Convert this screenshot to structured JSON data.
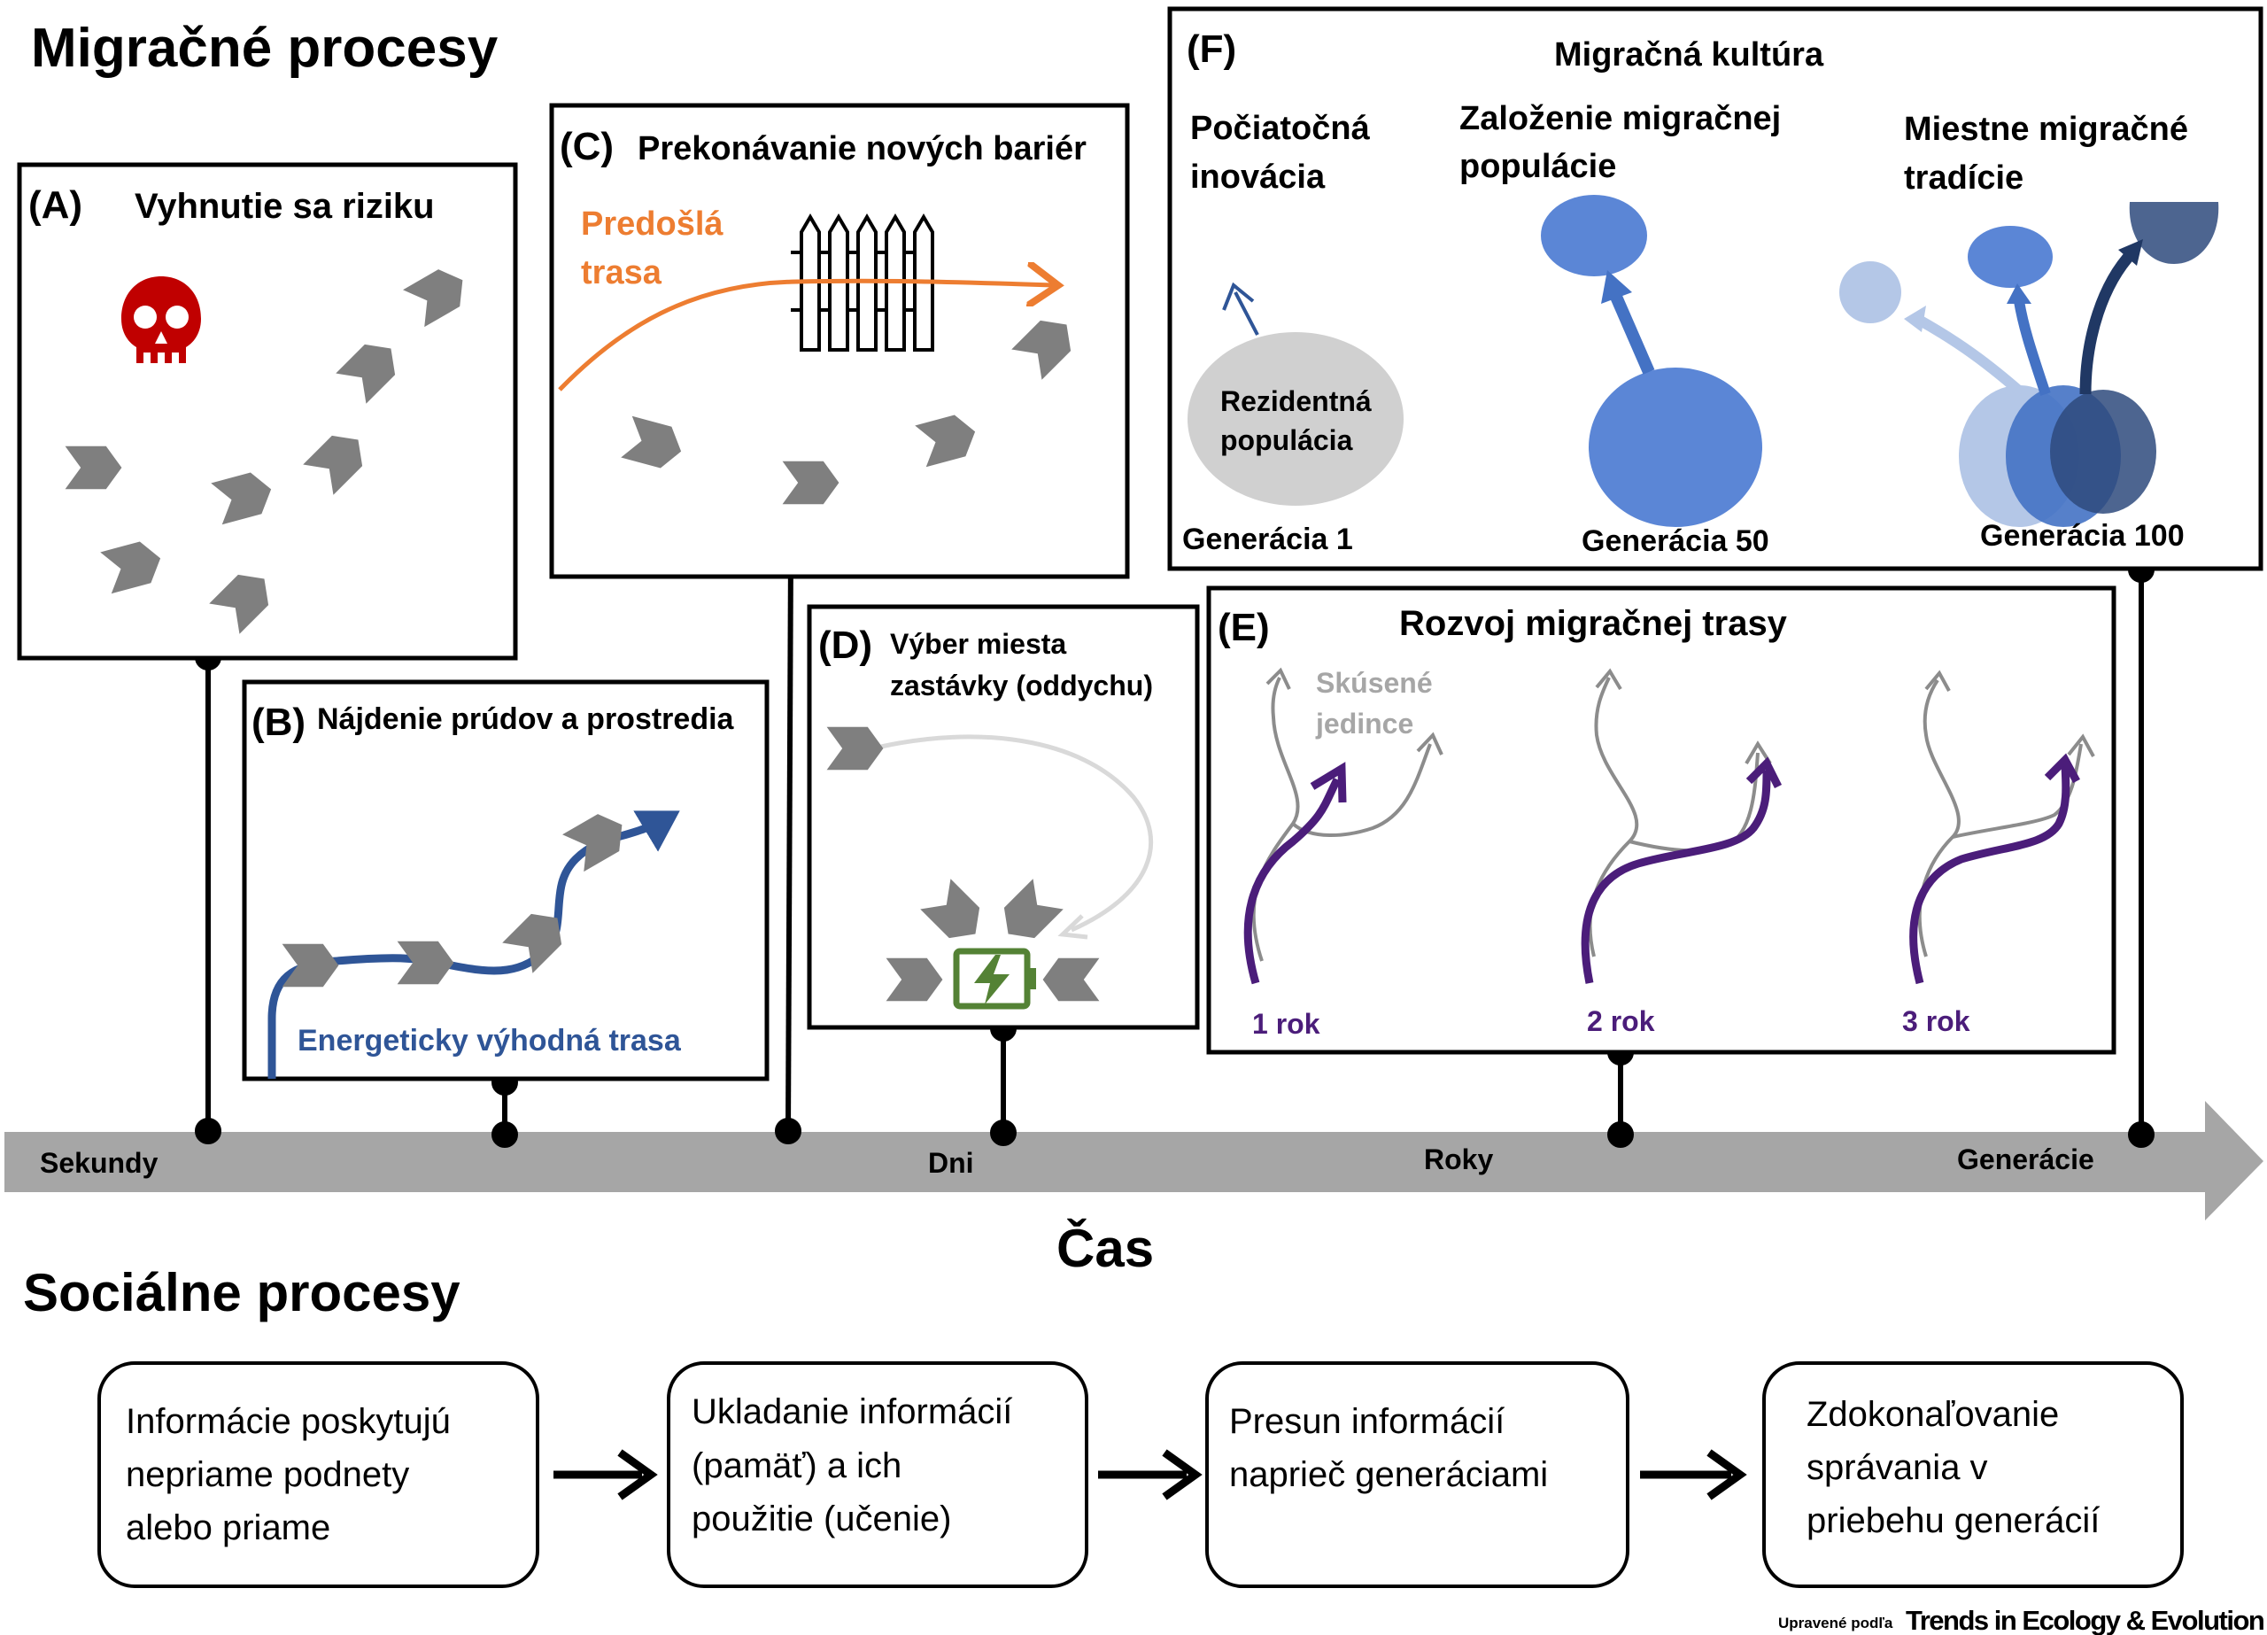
{
  "titles": {
    "migration": "Migračné procesy",
    "social": "Sociálne procesy",
    "time": "Čas"
  },
  "panels": {
    "a": {
      "letter": "(A)",
      "title": "Vyhnutie sa riziku"
    },
    "b": {
      "letter": "(B)",
      "title": "Nájdenie prúdov a prostredia",
      "route_label": "Energeticky výhodná trasa"
    },
    "c": {
      "letter": "(C)",
      "title": "Prekonávanie nových bariér",
      "prev_route_1": "Predošlá",
      "prev_route_2": "trasa"
    },
    "d": {
      "letter": "(D)",
      "title_1": "Výber miesta",
      "title_2": "zastávky (oddychu)"
    },
    "e": {
      "letter": "(E)",
      "title": "Rozvoj migračnej trasy",
      "experienced_1": "Skúsené",
      "experienced_2": "jedince",
      "year1": "1 rok",
      "year2": "2 rok",
      "year3": "3 rok"
    },
    "f": {
      "letter": "(F)",
      "title": "Migračná kultúra",
      "col1_1": "Počiatočná",
      "col1_2": "inovácia",
      "col2_1": "Založenie migračnej",
      "col2_2": "populácie",
      "col3_1": "Miestne migračné",
      "col3_2": "tradície",
      "resident_1": "Rezidentná",
      "resident_2": "populácia",
      "gen1": "Generácia 1",
      "gen50": "Generácia 50",
      "gen100": "Generácia 100"
    }
  },
  "timeline": {
    "seconds": "Sekundy",
    "days": "Dni",
    "years": "Roky",
    "generations": "Generácie"
  },
  "social_steps": [
    {
      "line1": "Informácie poskytujú",
      "line2": "nepriame podnety",
      "line3": "alebo priame"
    },
    {
      "line1": "Ukladanie informácií",
      "line2": "(pamäť) a ich",
      "line3": "použitie (učenie)"
    },
    {
      "line1": "Presun informácií",
      "line2": "naprieč generáciami",
      "line3": ""
    },
    {
      "line1": "Zdokonaľovanie",
      "line2": "správania v",
      "line3": "priebehu generácií"
    }
  ],
  "credit": {
    "prefix": "Upravené podľa",
    "journal": "Trends in Ecology & Evolution"
  },
  "colors": {
    "gray_arrow": "#7f7f7f",
    "skull": "#c00000",
    "blue_route": "#2f5597",
    "orange": "#ed7d31",
    "purple": "#4b1d7a",
    "battery": "#548235",
    "timeline": "#a6a6a6",
    "pop_blue": "#5b86d6",
    "pop_dark": "#2e4a7d"
  }
}
